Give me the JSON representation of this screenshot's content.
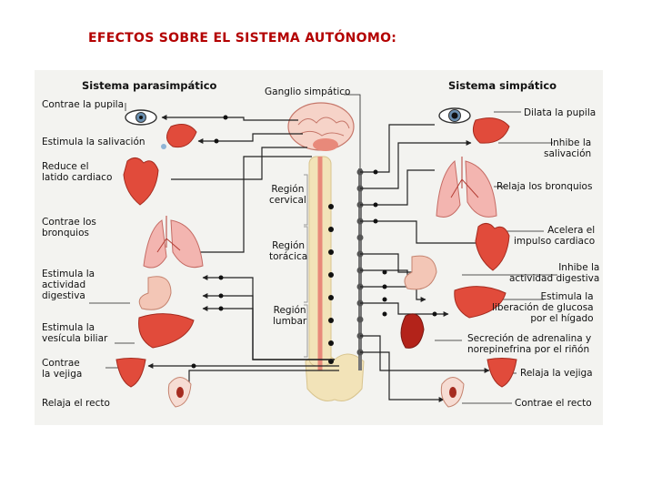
{
  "page": {
    "title": "EFECTOS SOBRE EL SISTEMA AUTÓNOMO:"
  },
  "diagram": {
    "parasympathetic": {
      "heading": "Sistema parasimpático",
      "effects": [
        "Contrae la pupila",
        "Estimula la salivación",
        "Reduce el\nlatido cardiaco",
        "Contrae los\nbronquios",
        "Estimula la\nactividad\ndigestiva",
        "Estimula la\nvesícula biliar",
        "Contrae\nla vejiga",
        "Relaja el recto"
      ]
    },
    "sympathetic": {
      "heading": "Sistema simpático",
      "effects": [
        "Dilata la pupila",
        "Inhibe la\nsalivación",
        "Relaja los bronquios",
        "Acelera el\nimpulso cardiaco",
        "Inhibe la\nactividad digestiva",
        "Estimula la\nliberación de glucosa\npor el hígado",
        "Secreción de adrenalina y\nnorepinefrina por el riñón",
        "Relaja la vejiga",
        "Contrae el recto"
      ]
    },
    "center": {
      "ganglion_label": "Ganglio simpático",
      "regions": [
        "Región\ncervical",
        "Región\ntorácica",
        "Región\nlumbar"
      ]
    },
    "colors": {
      "title": "#b30000",
      "panel": "#f3f3f0",
      "nerve": "#222222",
      "organ": "#e14b3b",
      "spine": "#f2e3b8",
      "ganglia": "#555555"
    }
  }
}
